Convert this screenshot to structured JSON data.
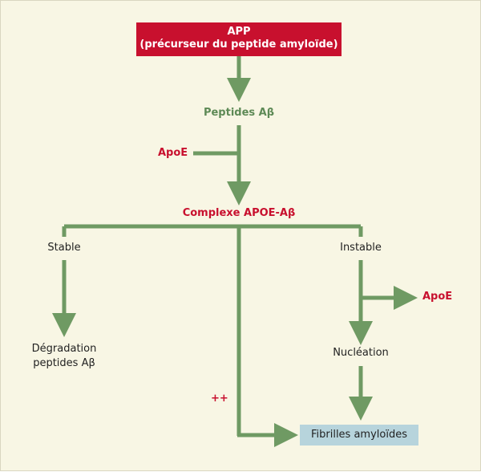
{
  "app": {
    "line1": "APP",
    "line2": "(précurseur du peptide amyloïde)"
  },
  "peptides": "Peptides Aβ",
  "apoe_in": "ApoE",
  "complexe": "Complexe APOE-Aβ",
  "stable": "Stable",
  "instable": "Instable",
  "apoe_out": "ApoE",
  "degradation": {
    "line1": "Dégradation",
    "line2": "peptides Aβ"
  },
  "nucleation": "Nucléation",
  "plusplus": "++",
  "fibrilles": "Fibrilles amyloïdes",
  "colors": {
    "background": "#f8f6e4",
    "arrow": "#6f9a63",
    "accent_red": "#c8102e",
    "app_box": "#c8102e",
    "fibrilles_box": "#b7d4dc",
    "label_green": "#5e8a56"
  }
}
